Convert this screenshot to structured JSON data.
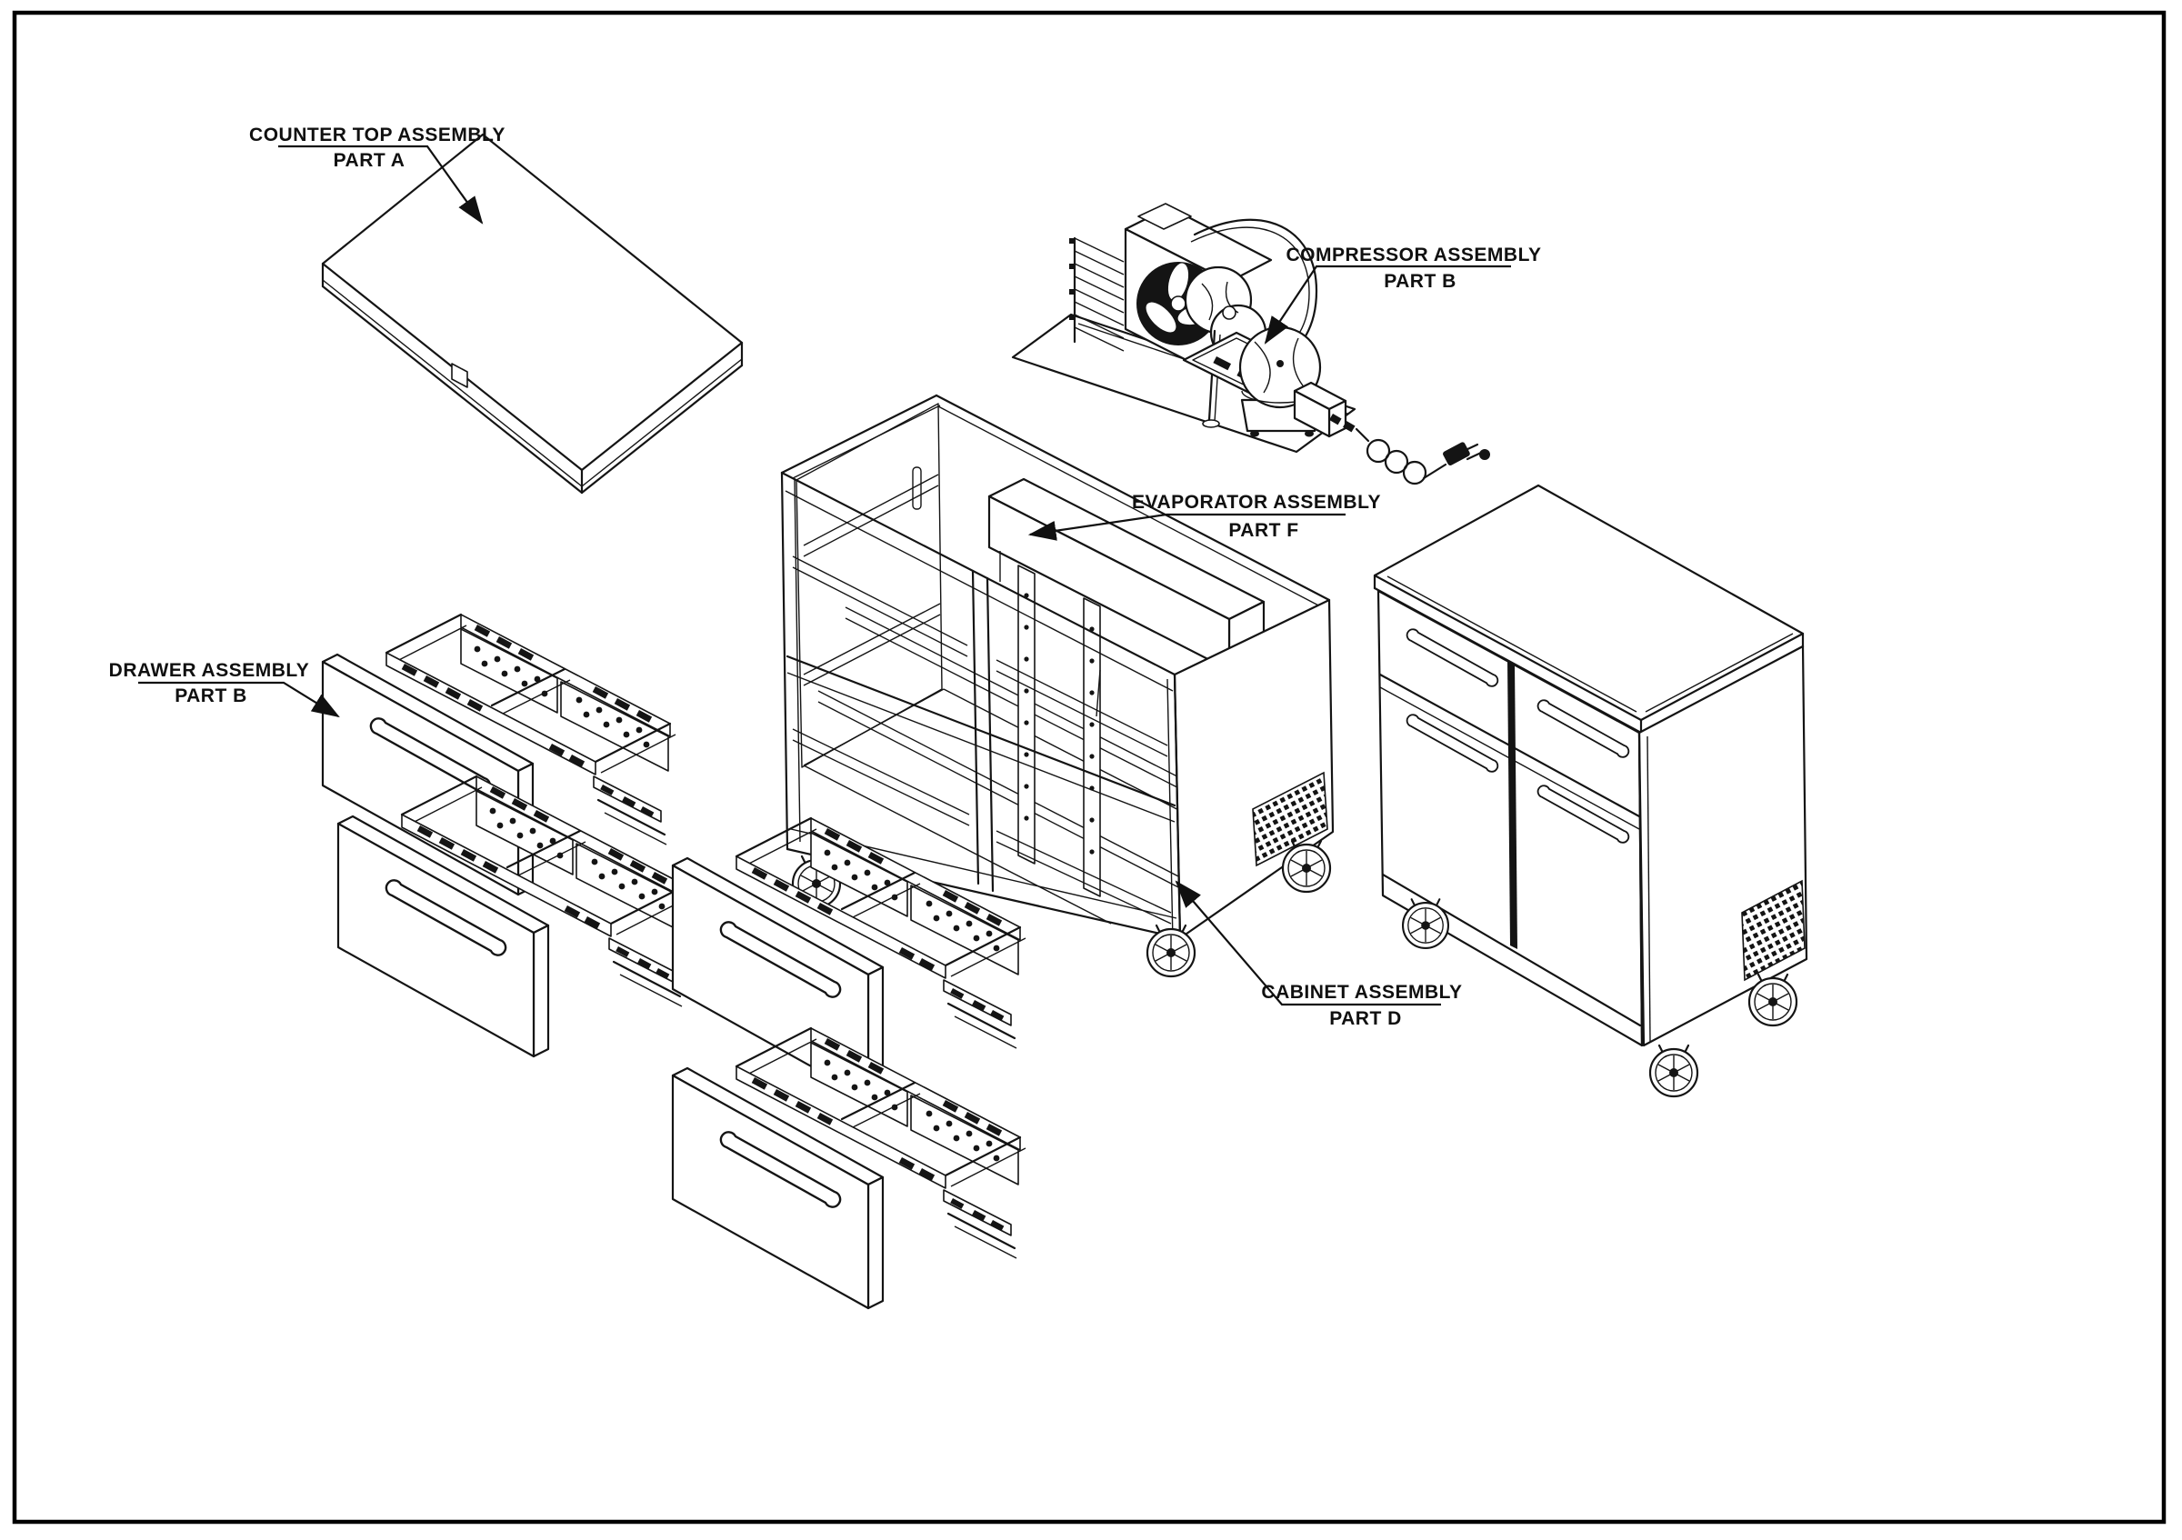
{
  "page": {
    "background": "#ffffff",
    "border_color": "#000000",
    "line_color": "#141414"
  },
  "callouts": [
    {
      "id": "counter-top",
      "title": "COUNTER TOP ASSEMBLY",
      "part": "PART A"
    },
    {
      "id": "compressor",
      "title": "COMPRESSOR ASSEMBLY",
      "part": "PART B"
    },
    {
      "id": "evaporator",
      "title": "EVAPORATOR ASSEMBLY",
      "part": "PART F"
    },
    {
      "id": "drawer",
      "title": "DRAWER ASSEMBLY",
      "part": "PART B"
    },
    {
      "id": "cabinet",
      "title": "CABINET ASSEMBLY",
      "part": "PART D"
    }
  ]
}
